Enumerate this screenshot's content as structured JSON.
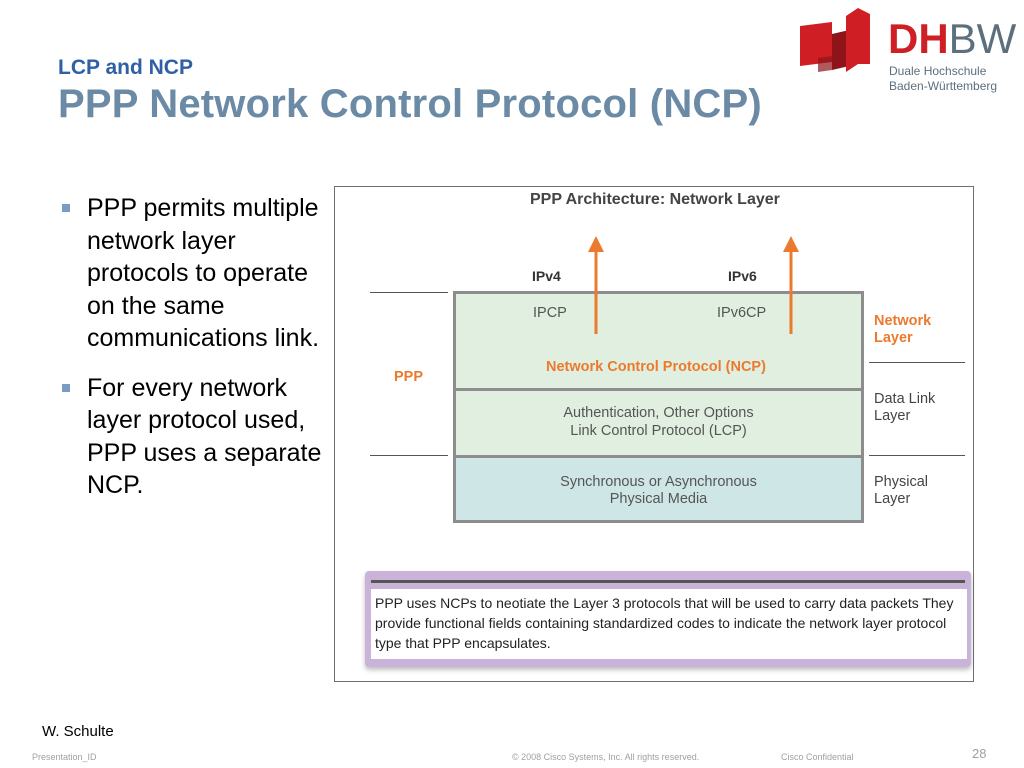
{
  "header": {
    "subtitle": "LCP and NCP",
    "title": "PPP Network Control Protocol (NCP)"
  },
  "logo": {
    "main_a": "DH",
    "main_b": "BW",
    "line1": "Duale Hochschule",
    "line2": "Baden-Württemberg",
    "colors": {
      "red": "#cf1f24",
      "gray": "#5d6f7d"
    }
  },
  "bullets": [
    "PPP permits multiple network layer protocols to operate on the same communications link.",
    "For every network layer protocol used, PPP uses a separate NCP."
  ],
  "figure": {
    "title": "PPP Architecture: Network Layer",
    "arrow_left_label": "IPv4",
    "arrow_right_label": "IPv6",
    "ipcp": "IPCP",
    "ipv6cp": "IPv6CP",
    "ncp_label": "Network Control Protocol (NCP)",
    "lcp_line1": "Authentication, Other Options",
    "lcp_line2": "Link Control Protocol (LCP)",
    "phy_line1": "Synchronous or Asynchronous",
    "phy_line2": "Physical Media",
    "ppp_label": "PPP",
    "network_layer_1": "Network",
    "network_layer_2": "Layer",
    "datalink_1": "Data Link",
    "datalink_2": "Layer",
    "physical_1": "Physical",
    "physical_2": "Layer",
    "note": "PPP uses NCPs to neotiate the Layer 3 protocols that will be used to carry data packets They provide functional fields containing standardized codes to indicate the network layer protocol type that PPP encapsulates.",
    "colors": {
      "accent": "#ec7a2e",
      "green": "#e0efdf",
      "blue": "#cfe6e6",
      "purple": "#c9b3d8"
    }
  },
  "footer": {
    "author": "W. Schulte",
    "presentation_id": "Presentation_ID",
    "copyright": "© 2008 Cisco Systems, Inc. All rights reserved.",
    "confidential": "Cisco Confidential",
    "page": "28"
  }
}
